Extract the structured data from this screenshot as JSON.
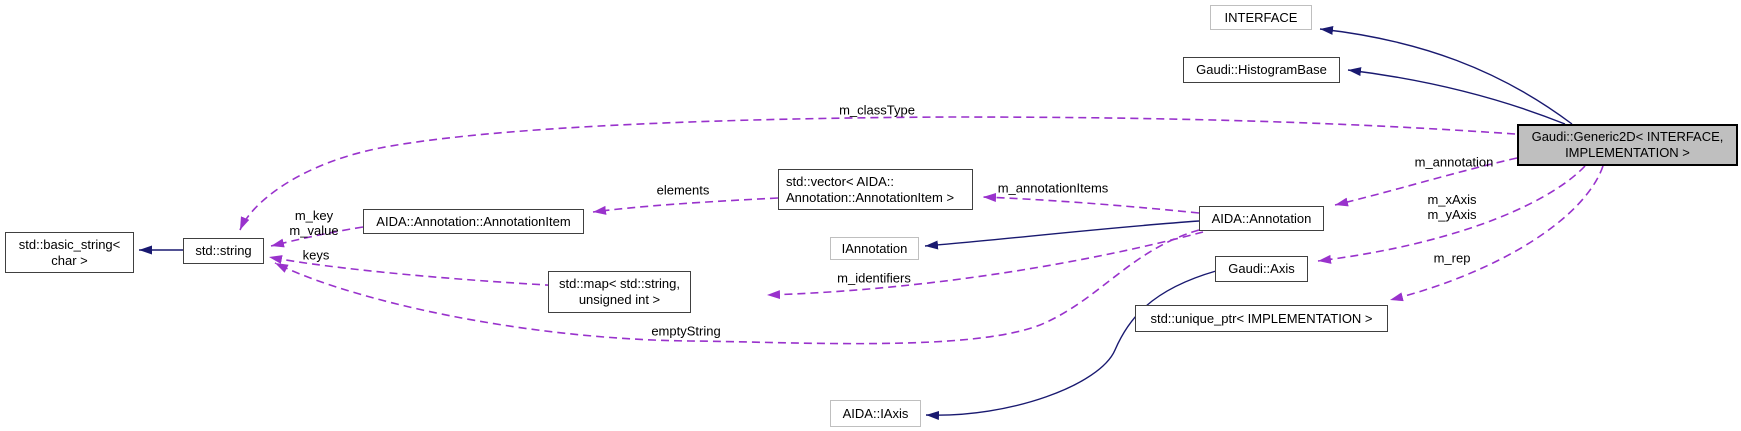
{
  "diagram": {
    "type": "uml-collaboration-diagram",
    "main_class": "Gaudi::Generic2D< INTERFACE, IMPLEMENTATION >",
    "nodes": {
      "interface": {
        "label": "INTERFACE",
        "style": "external"
      },
      "histogram_base": {
        "label": "Gaudi::HistogramBase",
        "style": "normal"
      },
      "generic2d": {
        "label": "Gaudi::Generic2D< INTERFACE,\nIMPLEMENTATION >",
        "style": "main"
      },
      "basic_string": {
        "label": "std::basic_string<\nchar >",
        "style": "normal"
      },
      "std_string": {
        "label": "std::string",
        "style": "normal"
      },
      "annotation_item": {
        "label": "AIDA::Annotation::AnnotationItem",
        "style": "normal"
      },
      "vector_items": {
        "label": "std::vector< AIDA::\nAnnotation::AnnotationItem >",
        "style": "normal"
      },
      "iannotation": {
        "label": "IAnnotation",
        "style": "external"
      },
      "annotation": {
        "label": "AIDA::Annotation",
        "style": "normal"
      },
      "axis": {
        "label": "Gaudi::Axis",
        "style": "normal"
      },
      "unique_ptr": {
        "label": "std::unique_ptr< IMPLEMENTATION >",
        "style": "normal"
      },
      "iaxis": {
        "label": "AIDA::IAxis",
        "style": "external"
      }
    },
    "edge_labels": {
      "m_classType": "m_classType",
      "elements": "elements",
      "m_annotationItems": "m_annotationItems",
      "m_key_m_value": "m_key\nm_value",
      "keys": "keys",
      "m_identifiers": "m_identifiers",
      "emptyString": "emptyString",
      "m_annotation": "m_annotation",
      "m_xAxis_m_yAxis": "m_xAxis\nm_yAxis",
      "m_rep": "m_rep"
    },
    "edges": [
      {
        "from": "generic2d",
        "to": "interface",
        "type": "inheritance"
      },
      {
        "from": "generic2d",
        "to": "histogram_base",
        "type": "inheritance"
      },
      {
        "from": "std_string",
        "to": "basic_string",
        "type": "inheritance"
      },
      {
        "from": "annotation",
        "to": "iannotation",
        "type": "inheritance"
      },
      {
        "from": "axis",
        "to": "iaxis",
        "type": "inheritance"
      },
      {
        "from": "generic2d",
        "to": "std_string",
        "type": "usage",
        "label": "m_classType"
      },
      {
        "from": "generic2d",
        "to": "annotation",
        "type": "usage",
        "label": "m_annotation"
      },
      {
        "from": "generic2d",
        "to": "axis",
        "type": "usage",
        "label": "m_xAxis\nm_yAxis"
      },
      {
        "from": "generic2d",
        "to": "unique_ptr",
        "type": "usage",
        "label": "m_rep"
      },
      {
        "from": "annotation",
        "to": "vector_items",
        "type": "usage",
        "label": "m_annotationItems"
      },
      {
        "from": "annotation",
        "to": "std_string",
        "type": "usage",
        "label": "emptyString"
      },
      {
        "from": "annotation",
        "to": "map_string_uint",
        "type": "usage",
        "label": "m_identifiers"
      },
      {
        "from": "vector_items",
        "to": "annotation_item",
        "type": "usage",
        "label": "elements"
      },
      {
        "from": "annotation_item",
        "to": "std_string",
        "type": "usage",
        "label": "m_key\nm_value"
      },
      {
        "from": "map_string_uint",
        "to": "std_string",
        "type": "usage",
        "label": "keys"
      }
    ],
    "map_node": {
      "label": "std::map< std::string,\nunsigned int >",
      "style": "normal"
    },
    "colors": {
      "inheritance_edge": "#191970",
      "usage_edge": "#9932cc",
      "node_border": "#404040",
      "external_node_border": "#bfbfbf",
      "main_node_fill": "#bfbfbf",
      "background": "#ffffff",
      "text": "#000000"
    }
  }
}
